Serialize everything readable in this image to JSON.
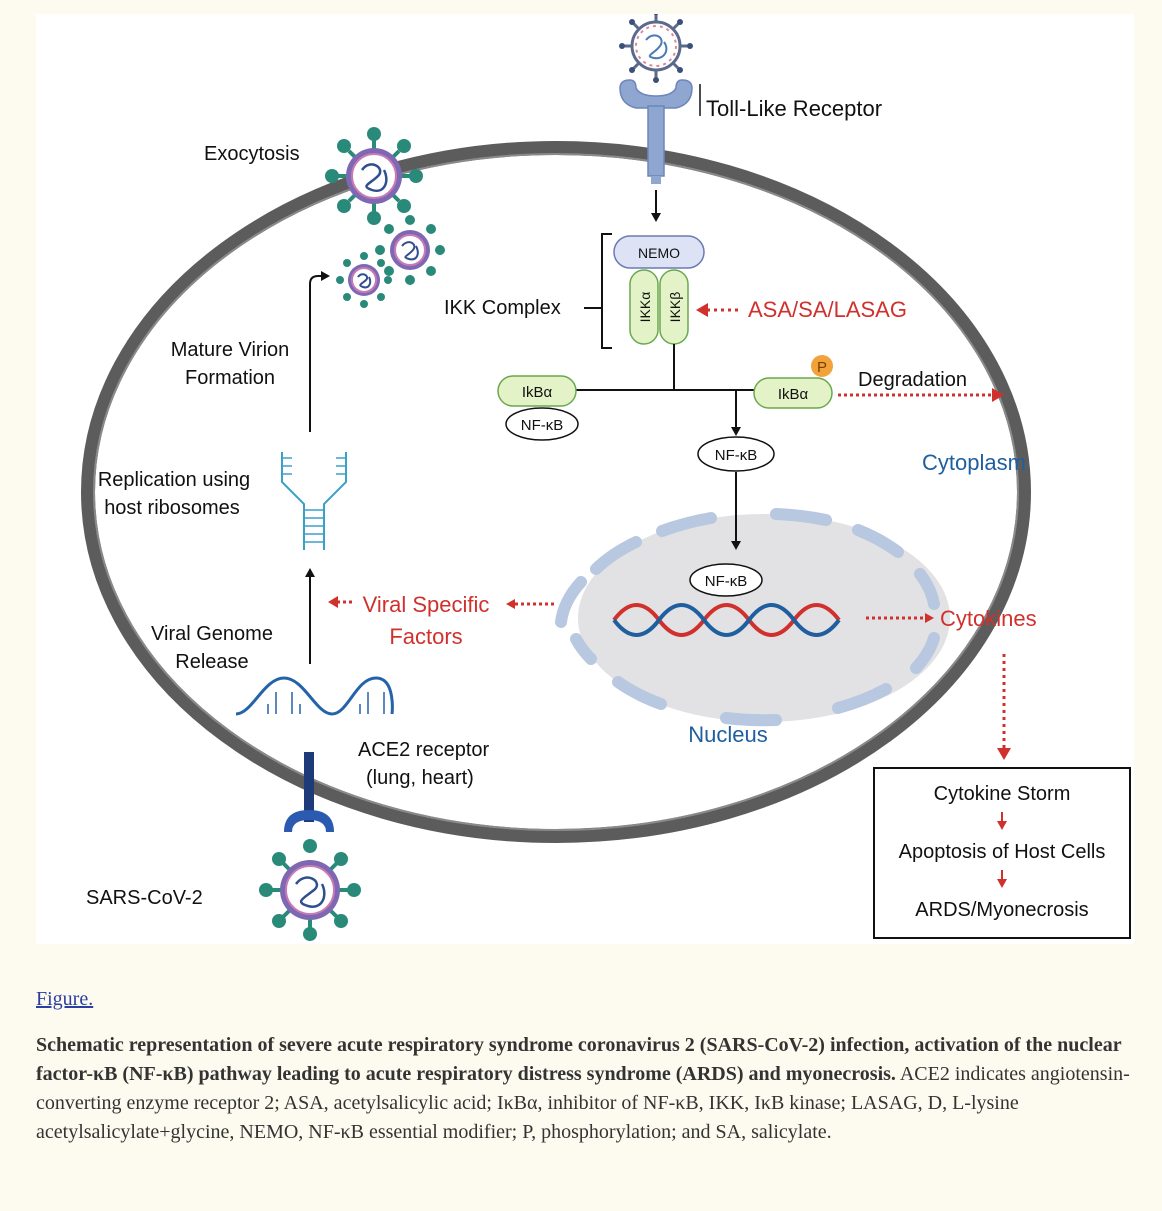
{
  "diagram": {
    "labels": {
      "toll_like_receptor": "Toll-Like Receptor",
      "exocytosis": "Exocytosis",
      "nemo": "NEMO",
      "ikk_complex": "IKK Complex",
      "ikka": "IKKα",
      "ikkb": "IKKβ",
      "inhibitors": "ASA/SA/LASAG",
      "mature_virion_1": "Mature Virion",
      "mature_virion_2": "Formation",
      "ikba_left": "IkBα",
      "ikba_right": "IkBα",
      "phospho": "P",
      "degradation": "Degradation",
      "nfkb_left": "NF-κB",
      "nfkb_mid": "NF-κB",
      "nfkb_nucleus": "NF-κB",
      "cytoplasm": "Cytoplasm",
      "replication_1": "Replication using",
      "replication_2": "host ribosomes",
      "viral_specific_1": "Viral Specific",
      "viral_specific_2": "Factors",
      "cytokines": "Cytokines",
      "viral_genome_1": "Viral Genome",
      "viral_genome_2": "Release",
      "nucleus": "Nucleus",
      "ace2_1": "ACE2 receptor",
      "ace2_2": "(lung, heart)",
      "cytokine_storm": "Cytokine Storm",
      "apoptosis": "Apoptosis of Host Cells",
      "ards": "ARDS/Myonecrosis",
      "sars": "SARS-CoV-2"
    }
  },
  "caption": {
    "link": "Figure.",
    "bold": "Schematic representation of severe acute respiratory syndrome coronavirus 2 (SARS-CoV-2) infection, activation of the nuclear factor-κB (NF-κB) pathway leading to acute respiratory distress syndrome (ARDS) and myonecrosis.",
    "body": " ACE2 indicates angiotensin-converting enzyme receptor 2; ASA, acetylsalicylic acid; IκBα, inhibitor of NF-κB, IKK, IκB kinase; LASAG, D, L-lysine acetylsalicylate+glycine, NEMO, NF-κB essential modifier; P, phosphorylation; and SA, salicylate."
  },
  "colors": {
    "red": "#d0312d",
    "blue": "#1f5fa0",
    "membrane": "#5a5a5a",
    "green_fill": "#e4f2c8",
    "green_stroke": "#6aa84f",
    "nemo_fill": "#dde3f5"
  }
}
